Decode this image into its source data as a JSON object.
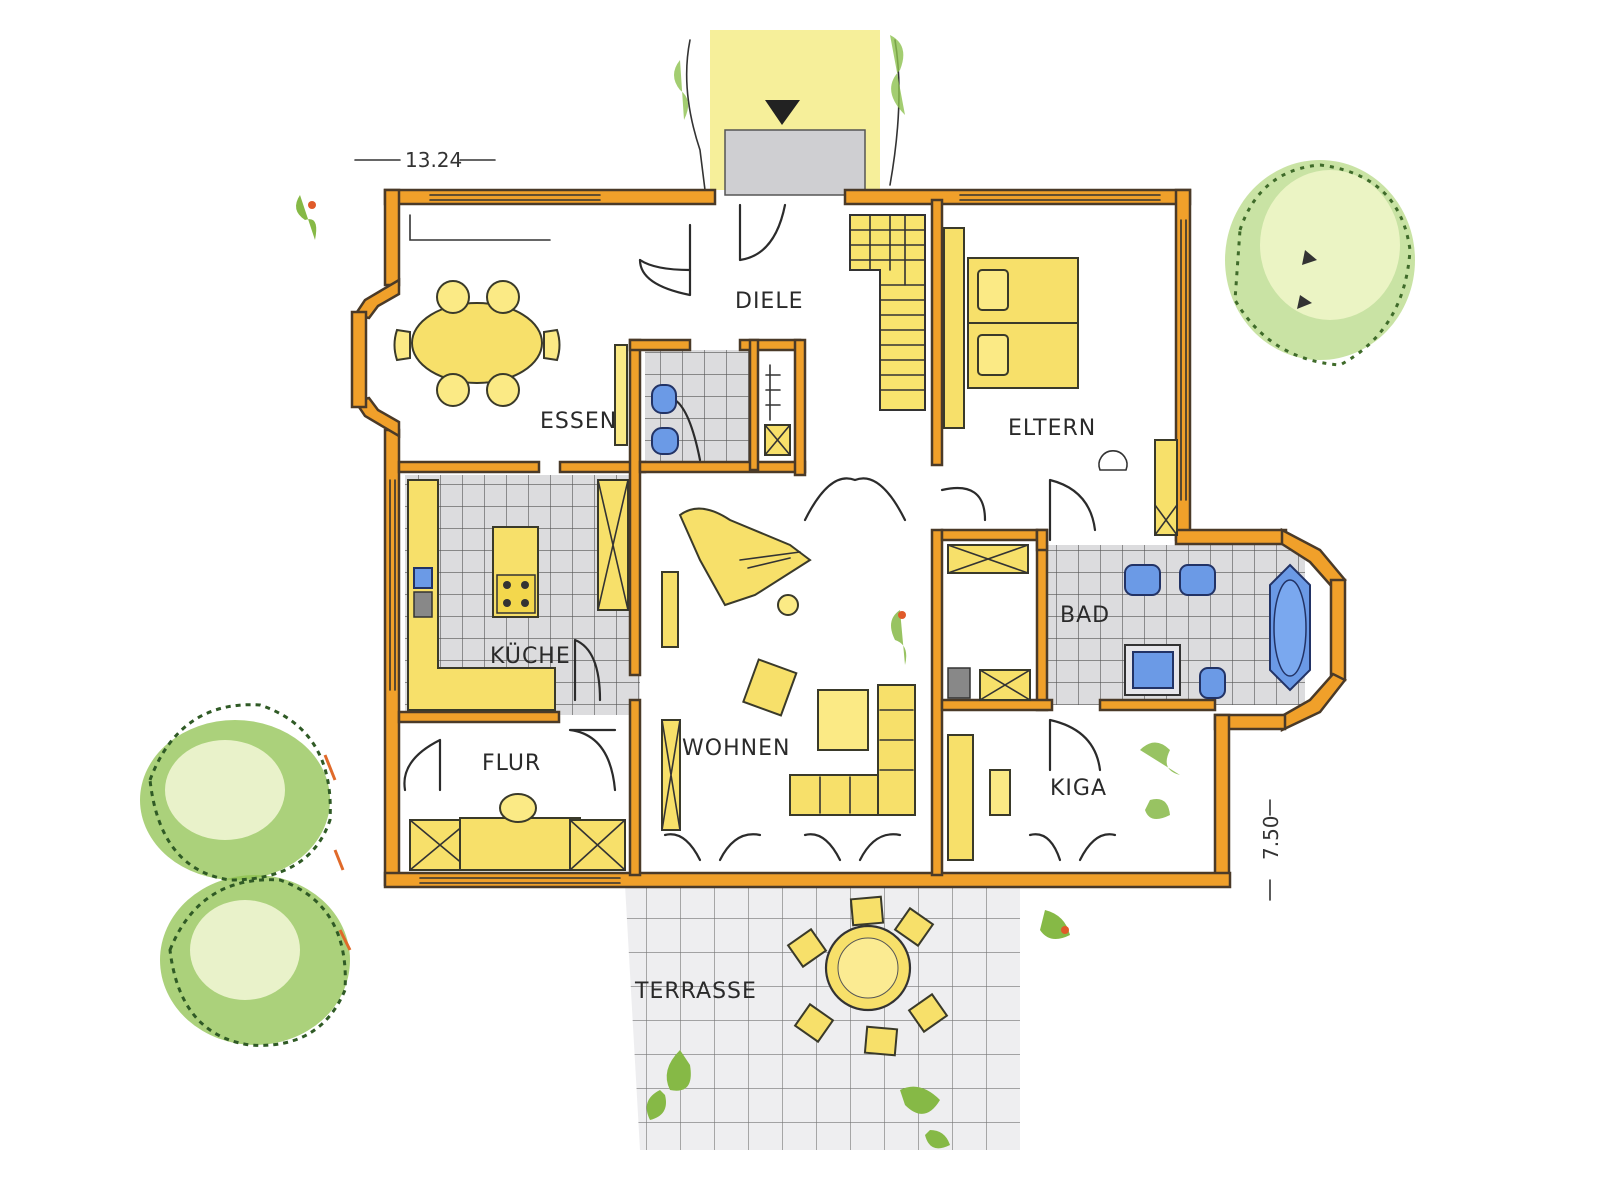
{
  "labels": {
    "dimension_top": "13.24",
    "dimension_right": "7.50",
    "diele": "DIELE",
    "essen": "ESSEN",
    "eltern": "ELTERN",
    "kueche": "KÜCHE",
    "bad": "BAD",
    "wohnen": "WOHNEN",
    "flur": "FLUR",
    "kind": "KIGA",
    "terrasse": "TERRASSE"
  },
  "colors": {
    "wall": "#f0a02a",
    "furniture": "#f7e06a",
    "sanitary": "#6b9ae6",
    "tile_floor": "#d9d9db",
    "greenery": "#7fb347"
  }
}
